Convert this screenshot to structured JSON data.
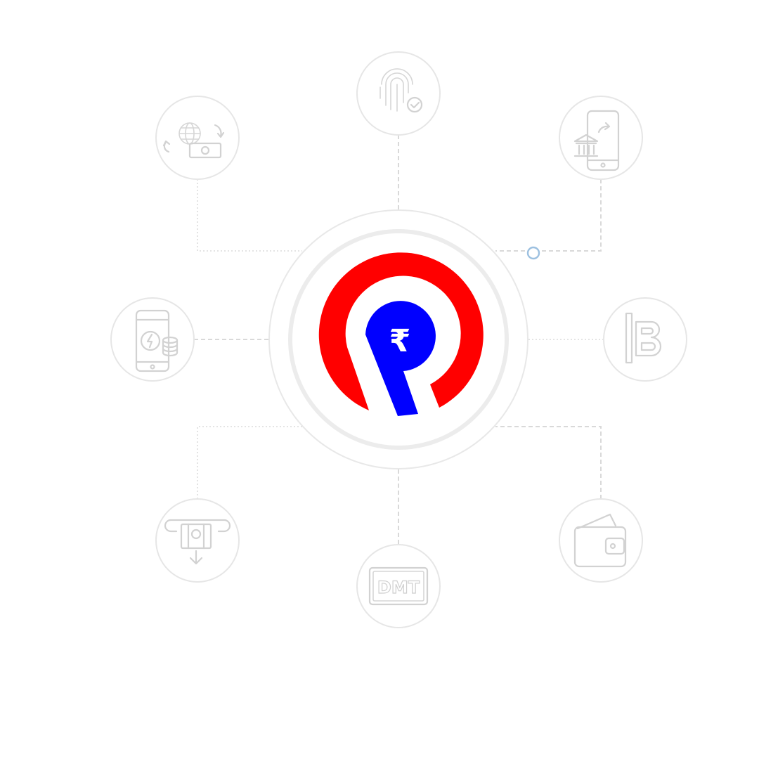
{
  "diagram": {
    "logo": {
      "symbol": "₹",
      "colors": {
        "arc": "#ff0000",
        "body": "#0000ff",
        "symbol": "#ffffff"
      }
    },
    "nodes": [
      {
        "id": "aeps",
        "icon": "fingerprint-icon"
      },
      {
        "id": "money-transfer",
        "icon": "globe-currency-exchange-icon"
      },
      {
        "id": "mobile-banking",
        "icon": "mobile-bank-icon"
      },
      {
        "id": "recharge",
        "icon": "mobile-recharge-icon"
      },
      {
        "id": "bbps",
        "icon": "bbps-logo-icon"
      },
      {
        "id": "atm",
        "icon": "atm-cash-withdrawal-icon"
      },
      {
        "id": "dmt",
        "icon": "dmt-icon",
        "label": "DMT"
      },
      {
        "id": "wallet",
        "icon": "wallet-icon"
      }
    ],
    "colors": {
      "icon_stroke": "#d2d2d2",
      "connector": "#d9d9d9",
      "accent_dot": "#9cc0e0"
    }
  }
}
